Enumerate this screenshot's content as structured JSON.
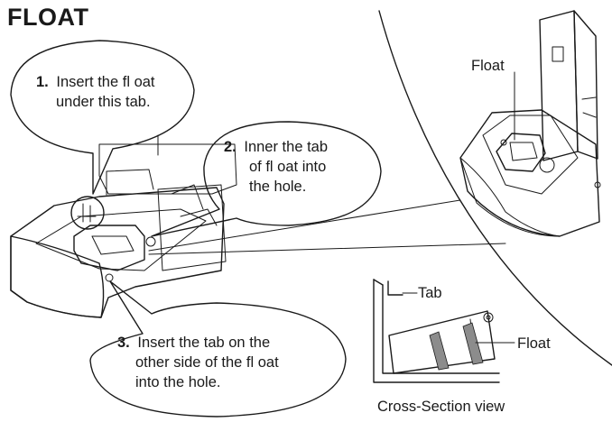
{
  "title": "FLOAT",
  "steps": [
    {
      "number": "1.",
      "lines": [
        "Insert the fl oat",
        "under this tab."
      ]
    },
    {
      "number": "2.",
      "lines": [
        "Inner the tab",
        "of fl oat into",
        "the hole."
      ]
    },
    {
      "number": "3.",
      "lines": [
        "Insert the tab on the",
        "other side of the fl oat",
        "into the hole."
      ]
    }
  ],
  "labels": {
    "float_top": "Float",
    "tab": "Tab",
    "float_cross": "Float",
    "cross_section_caption": "Cross-Section view"
  },
  "colors": {
    "line": "#1a1a1a",
    "part_fill": "#f2f2f2",
    "shade": "#d4d4d4",
    "dark_shade": "#8c8c8c"
  }
}
